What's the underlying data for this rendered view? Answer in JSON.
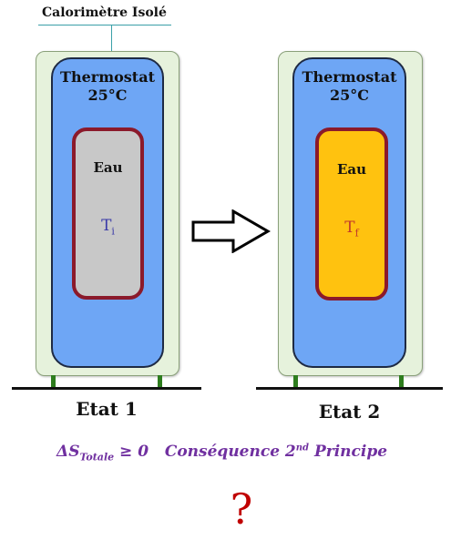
{
  "callout_label": "Calorimètre Isolé",
  "states": [
    {
      "thermostat_title": "Thermostat",
      "thermostat_temp": "25°C",
      "content_label": "Eau",
      "temp_symbol": "T",
      "temp_subscript": "i",
      "state_label": "Etat 1"
    },
    {
      "thermostat_title": "Thermostat",
      "thermostat_temp": "25°C",
      "content_label": "Eau",
      "temp_symbol": "T",
      "temp_subscript": "f",
      "state_label": "Etat 2"
    }
  ],
  "formula": {
    "delta_symbol": "ΔS",
    "subscript": "Totale",
    "relation": " ≥ 0",
    "consequence_text": "Conséquence 2",
    "superscript": "nd",
    "principle_text": " Principe"
  },
  "question_mark": "?",
  "colors": {
    "outer_fill": "#e6f2dc",
    "thermostat_fill": "#6ea6f5",
    "water_initial": "#c8c8c8",
    "water_final": "#ffc20f",
    "inner_border": "#8b1a2b",
    "temp_initial_color": "#3a3aa8",
    "temp_final_color": "#c0392b",
    "formula_color": "#7030a0",
    "question_color": "#c00000",
    "feet": "#2e7d1e"
  }
}
